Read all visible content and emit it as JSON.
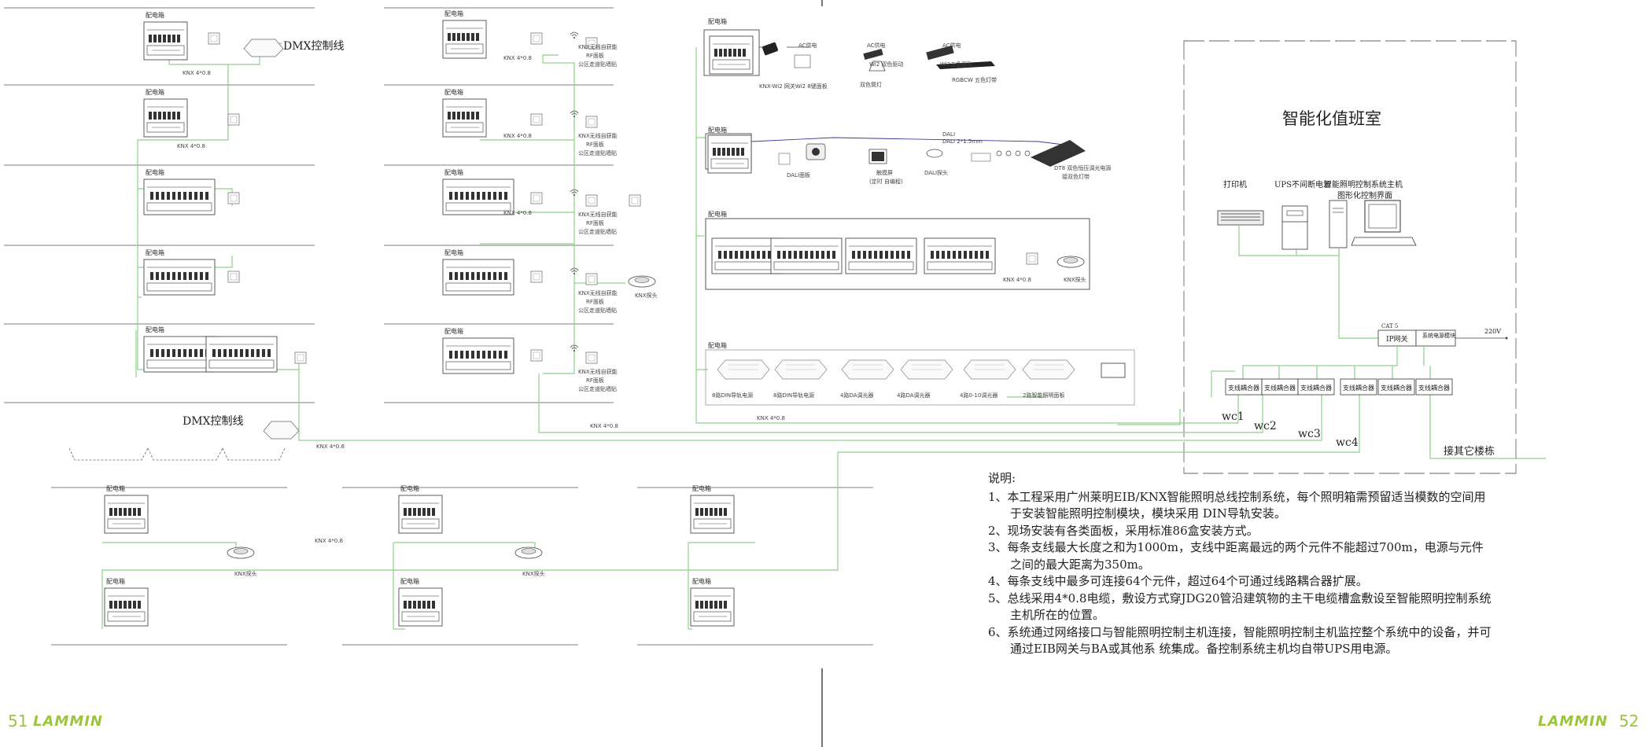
{
  "panel_label": "配电箱",
  "knx_bus_label": "KNX 4*0.8",
  "dmx_label": "DMX控制线",
  "knx_sensor_label": "KNX探头",
  "wireless_panel_lines": [
    "KNX无线自获能",
    "RF面板",
    "公区走道贴墙贴"
  ],
  "gateway_row": {
    "ac_power": "AC供电",
    "gateway_label": "KNX-Wi2 网关Wi2 8键面板",
    "w12_dual": "Wi2 双色驱动",
    "dual_lamp": "双色筒灯",
    "w12_five": "Wi2五色驱动",
    "rgbcw": "RGBCW  五色灯带"
  },
  "dali_row": {
    "dali_panel": "DALI面板",
    "touchscreen": "触摸屏",
    "touchscreen_sub": "(定时 自编程)",
    "dali_sensor": "DALI探头",
    "dali": "DALI",
    "dali_bus": "DALI 2*1.5mm",
    "dt8": "DT8 双色恒压调光电源",
    "dt8_sub": "接双色灯带"
  },
  "driver_row": [
    "8路DIN导轨电源",
    "8路DIN导轨电源",
    "4路DA调光器",
    "4路DA调光器",
    "4路0-10调光器",
    "2路智能照明面板"
  ],
  "control_room": {
    "title": "智能化值班室",
    "printer": "打印机",
    "ups": "UPS不间断电源",
    "host": "智能照明控制系统主机",
    "host_sub": "图形化控制界面",
    "cat5": "CAT 5",
    "ip_gateway": "IP网关",
    "power_module": "系统电源模块",
    "voltage": "220V",
    "couplers": [
      "支线耦合器",
      "支线耦合器",
      "支线耦合器",
      "支线耦合器",
      "支线耦合器",
      "支线耦合器"
    ],
    "wc_labels": [
      "wc1",
      "wc2",
      "wc3",
      "wc4"
    ],
    "other_buildings": "接其它楼栋"
  },
  "notes": {
    "title": "说明:",
    "items": [
      "1、本工程采用广州莱明EIB/KNX智能照明总线控制系统，每个照明箱需预留适当模数的空间用于安装智能照明控制模块，模块采用 DIN导轨安装。",
      "2、现场安装有各类面板，采用标准86盒安装方式。",
      "3、每条支线最大长度之和为1000m，支线中距离最远的两个元件不能超过700m，电源与元件之间的最大距离为350m。",
      "4、每条支线中最多可连接64个元件，超过64个可通过线路耦合器扩展。",
      "5、总线采用4*0.8电缆，敷设方式穿JDG20管沿建筑物的主干电缆槽盒敷设至智能照明控制系统主机所在的位置。",
      "6、系统通过网络接口与智能照明控制主机连接，智能照明控制主机监控整个系统中的设备，并可通过EIB网关与BA或其他系 统集成。备控制系统主机均自带UPS用电源。"
    ]
  },
  "footer": {
    "left_page": "51",
    "right_page": "52",
    "brand": "LAMMIN"
  },
  "colors": {
    "bus_green": "#8fd18a",
    "brand_green": "#9bc53d",
    "line_dark": "#444444"
  }
}
